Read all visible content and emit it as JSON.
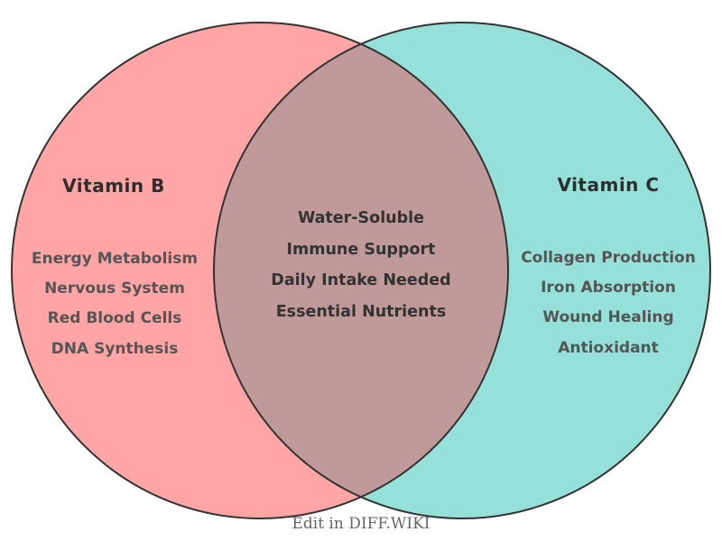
{
  "venn": {
    "left": {
      "title": "Vitamin B",
      "items": [
        "Energy Metabolism",
        "Nervous System",
        "Red Blood Cells",
        "DNA Synthesis"
      ],
      "color": "#FFA5A5"
    },
    "right": {
      "title": "Vitamin C",
      "items": [
        "Collagen Production",
        "Iron Absorption",
        "Wound Healing",
        "Antioxidant"
      ],
      "color": "#95E0D8"
    },
    "shared": {
      "items": [
        "Water-Soluble",
        "Immune Support",
        "Daily Intake Needed",
        "Essential Nutrients"
      ],
      "color": "#C09A9A"
    },
    "outline_color": "#333333"
  },
  "footer": {
    "caption": "Edit in DIFF.WIKI"
  }
}
